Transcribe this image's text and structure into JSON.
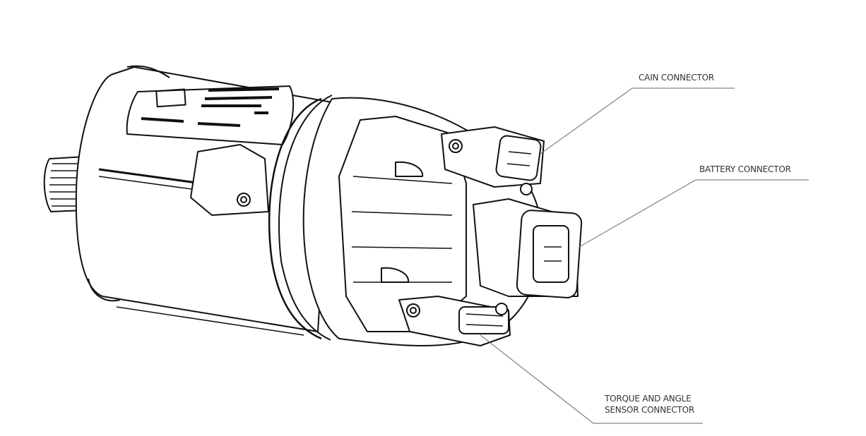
{
  "diagram": {
    "subject": "electric motor with connectors (line drawing)",
    "callouts": [
      {
        "id": "can",
        "text": "CAIN CONNECTOR"
      },
      {
        "id": "battery",
        "text": "BATTERY CONNECTOR"
      },
      {
        "id": "sensor",
        "line1": "TORQUE AND ANGLE",
        "line2": "SENSOR CONNECTOR"
      }
    ]
  }
}
